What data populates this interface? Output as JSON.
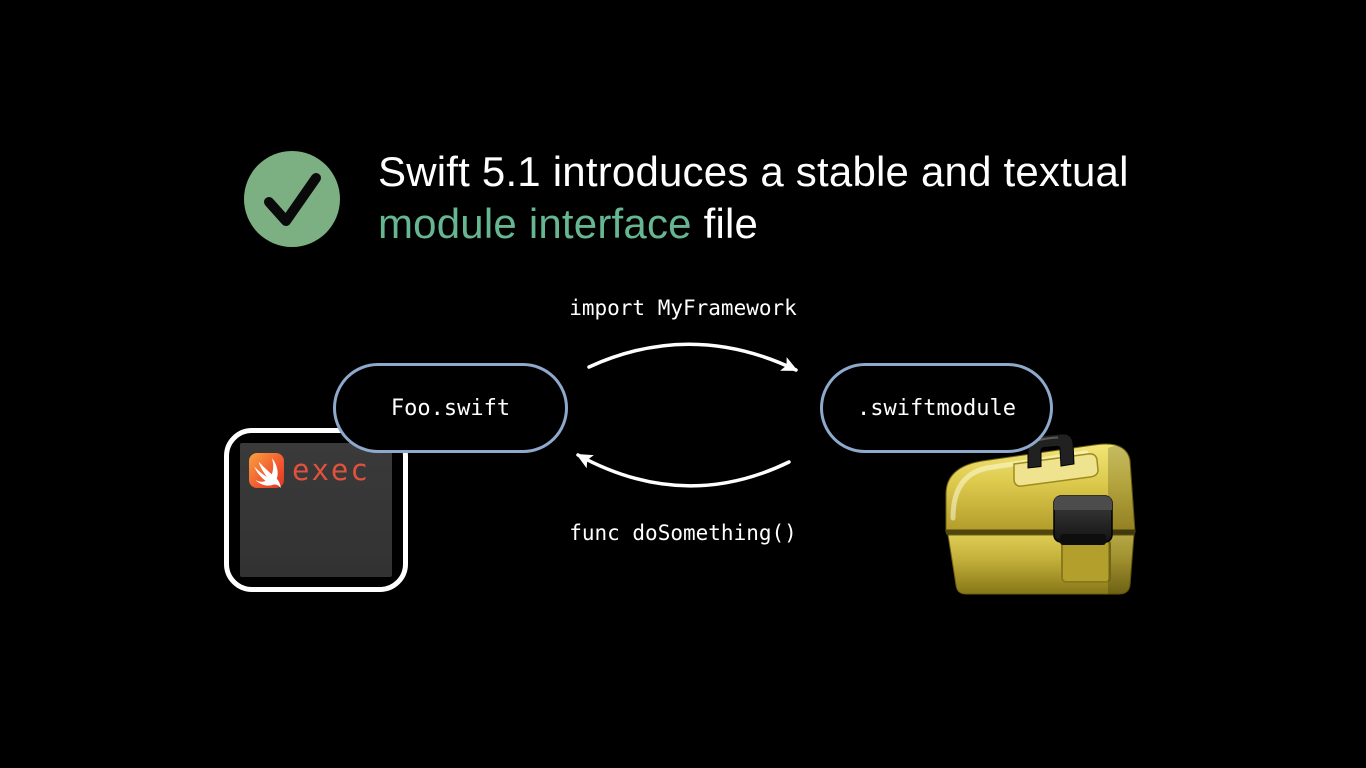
{
  "slide": {
    "title": {
      "line1": "Swift 5.1 introduces a stable and textual",
      "line2_highlight": "module interface",
      "line2_rest": " file"
    },
    "colors": {
      "background": "#000000",
      "title_text": "#FFFFFF",
      "highlight_green": "#66B692",
      "check_circle_green": "#7CB082",
      "pill_border_blue": "#8EA9CB",
      "arrow_white": "#FFFFFF",
      "exec_text_orange": "#E0523C",
      "swift_logo_orange": "#F1582F",
      "toolbox_yellow": "#C9B53A"
    }
  },
  "diagram": {
    "source_node_label": "Foo.swift",
    "product_node_label": ".swiftmodule",
    "import_arrow_label": "import MyFramework",
    "func_arrow_label": "func doSomething()"
  },
  "exec_window": {
    "app_label": "exec"
  }
}
